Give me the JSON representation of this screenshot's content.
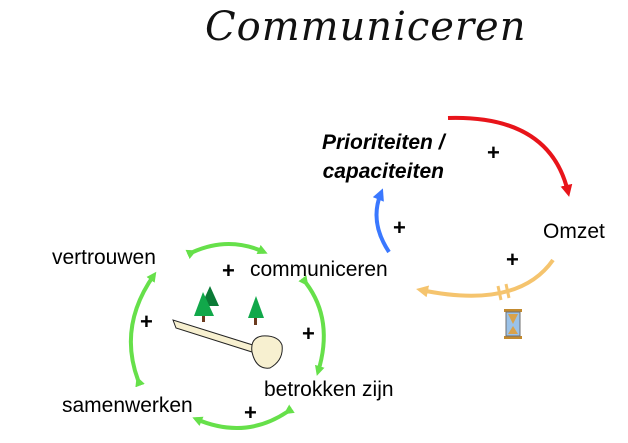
{
  "title": "Communiceren",
  "nodes": {
    "vertrouwen": "vertrouwen",
    "communiceren": "communiceren",
    "samenwerken": "samenwerken",
    "betrokken": "betrokken zijn",
    "prioriteiten_line1": "Prioriteiten /",
    "prioriteiten_line2": "capaciteiten",
    "omzet": "Omzet"
  },
  "signs": {
    "plus": "+"
  },
  "colors": {
    "green": "#66e04a",
    "red": "#e8141a",
    "blue": "#3a78ff",
    "orange": "#f5c46e",
    "tree": "#11a84a"
  },
  "icons": [
    "tree-icon",
    "key-icon",
    "hourglass-icon"
  ]
}
